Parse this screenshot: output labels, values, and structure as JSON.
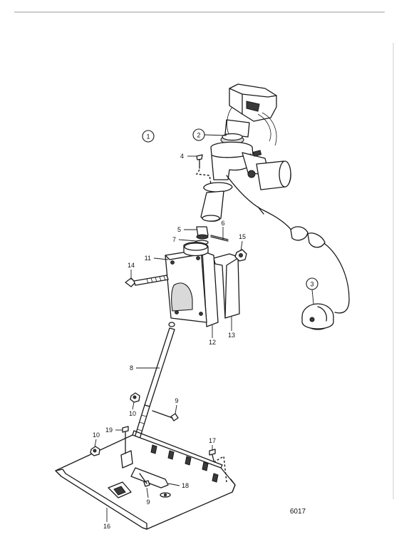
{
  "callouts": {
    "c1": "1",
    "c2": "2",
    "c3": "3",
    "c4": "4",
    "c5": "5",
    "c6": "6",
    "c7": "7",
    "c8": "8",
    "c9a": "9",
    "c9b": "9",
    "c10a": "10",
    "c10b": "10",
    "c11": "11",
    "c12": "12",
    "c13": "13",
    "c14": "14",
    "c15": "15",
    "c16": "16",
    "c17": "17",
    "c18": "18",
    "c19": "19"
  },
  "drawing_code": "6017"
}
